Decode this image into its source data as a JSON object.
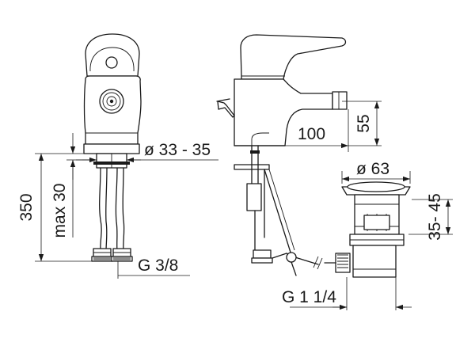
{
  "dimensions": {
    "height_total": "350",
    "max_height": "max 30",
    "hole_diameter": "ø 33 - 35",
    "connection_thread": "G 3/8",
    "spout_reach": "100",
    "spout_height": "55",
    "drain_diameter": "ø 63",
    "drain_stroke": "35- 45",
    "drain_thread": "G 1 1/4"
  }
}
